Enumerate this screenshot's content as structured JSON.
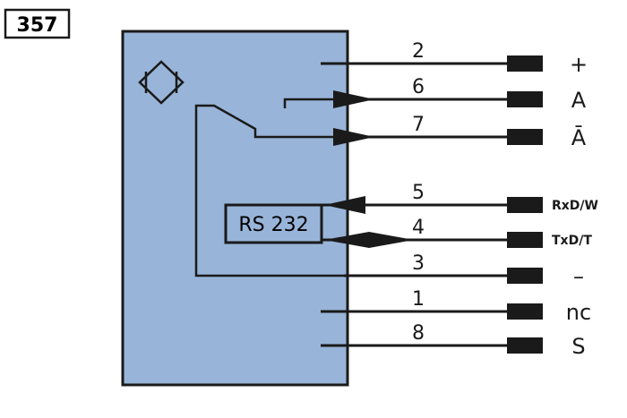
{
  "badge": "357",
  "module": {
    "fill": "#98b4d8",
    "stroke": "#1a1a1a"
  },
  "interface_label": "RS 232",
  "pins": [
    {
      "pin": "2",
      "signal": "+"
    },
    {
      "pin": "6",
      "signal": "A"
    },
    {
      "pin": "7",
      "signal": "Ā"
    },
    {
      "pin": "5",
      "signal": "RxD/W"
    },
    {
      "pin": "4",
      "signal": "TxD/T"
    },
    {
      "pin": "3",
      "signal": "–"
    },
    {
      "pin": "1",
      "signal": "nc"
    },
    {
      "pin": "8",
      "signal": "S"
    }
  ],
  "icons": {
    "sensor": "diamond-sensor-icon",
    "switch": "switch-contact-icon",
    "arrow": "arrow-right-icon",
    "connector": "connector-block-icon"
  }
}
